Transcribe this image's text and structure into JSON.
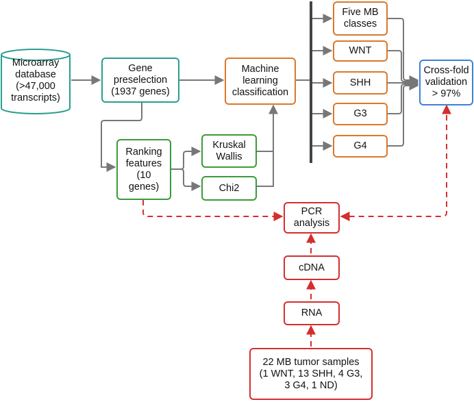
{
  "source": {
    "text": "Microarray\ndatabase\n(>47,000\ntranscripts)",
    "icon": "database-cylinder-icon"
  },
  "gene_preselection": "Gene\npreselection\n(1937 genes)",
  "ml_classification": "Machine\nlearning\nclassification",
  "ranking_features": "Ranking\nfeatures\n(10\ngenes)",
  "kruskal_wallis": "Kruskal\nWallis",
  "chi2": "Chi2",
  "classes": [
    "Five MB\nclasses",
    "WNT",
    "SHH",
    "G3",
    "G4"
  ],
  "cross_validation": "Cross-fold\nvalidation\n> 97%",
  "pcr_analysis": "PCR\nanalysis",
  "cdna": "cDNA",
  "rna": "RNA",
  "tumor_samples": "22 MB tumor samples\n(1 WNT, 13 SHH, 4 G3,\n3 G4, 1 ND)",
  "colors": {
    "teal": "#2a9d8f",
    "orange": "#d9782b",
    "green": "#3a9a3a",
    "red": "#d42e2e",
    "blue": "#3b82d4",
    "gray_arrow": "#777777",
    "bar": "#444444"
  }
}
